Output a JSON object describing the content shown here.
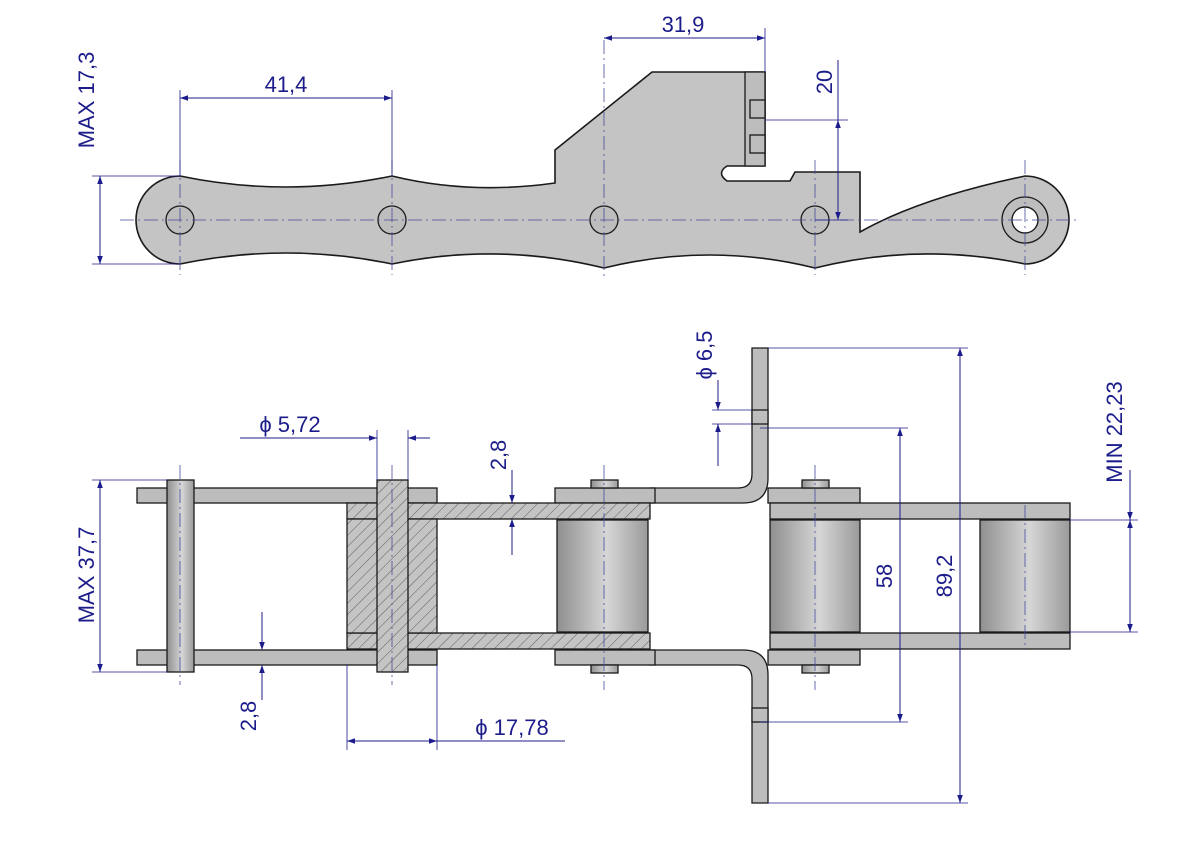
{
  "title": "Chain with attachment - technical drawing",
  "colors": {
    "dimension": "#1c1c8a",
    "part": "#c4c4c4",
    "outline": "#1a1a1a"
  },
  "top_view": {
    "pitch": "41,4",
    "attachment_offset": "31,9",
    "plate_height": "MAX 17,3",
    "attachment_height": "20"
  },
  "side_view": {
    "hole_diameter": "ϕ 6,5",
    "inner_width": "MIN 22,23",
    "pin_diameter": "ϕ 5,72",
    "plate_thickness_top": "2,8",
    "pin_length": "MAX 37,7",
    "hole_spacing": "58",
    "attachment_width": "89,2",
    "plate_thickness_bottom": "2,8",
    "roller_diameter": "ϕ 17,78"
  }
}
